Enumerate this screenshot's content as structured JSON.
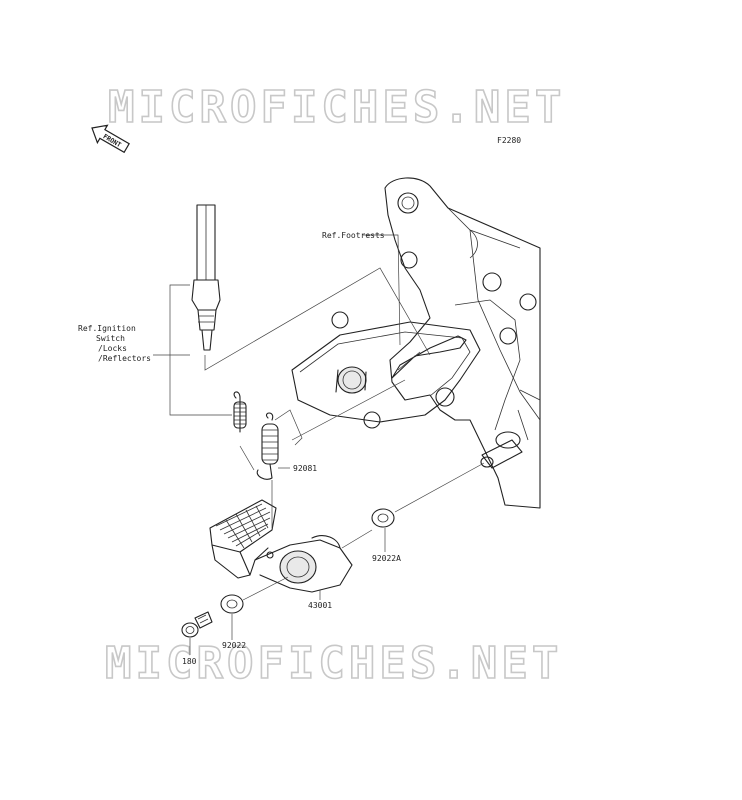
{
  "watermark": {
    "text": "MICROFICHES.NET"
  },
  "figure": {
    "code": "F2280"
  },
  "front_arrow": {
    "label": "FRONT"
  },
  "references": {
    "footrests": "Ref.Footrests",
    "ignition": [
      "Ref.Ignition",
      "Switch",
      "/Locks",
      "/Reflectors"
    ]
  },
  "parts": [
    {
      "number": "92081"
    },
    {
      "number": "92022A"
    },
    {
      "number": "43001"
    },
    {
      "number": "92022"
    },
    {
      "number": "180"
    }
  ]
}
